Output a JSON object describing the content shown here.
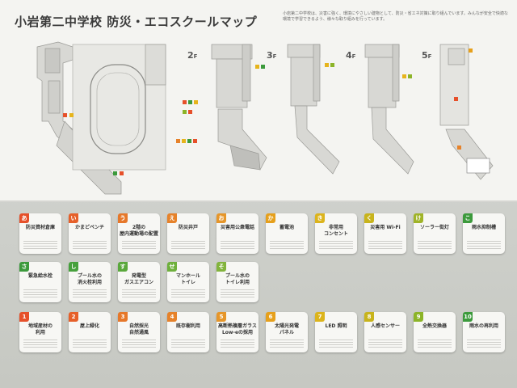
{
  "header": {
    "title": "小岩第二中学校 防災・エコスクールマップ",
    "intro": "小岩第二中学校は、災害に強く、環境にやさしい建物として、防災・省エネ対策に取り組んでいます。みんなが安全で快適な環境で学習できるよう、様々な取り組みを行っています。"
  },
  "floors": [
    {
      "num": "2",
      "unit": "F"
    },
    {
      "num": "3",
      "unit": "F"
    },
    {
      "num": "4",
      "unit": "F"
    },
    {
      "num": "5",
      "unit": "F"
    }
  ],
  "colors": {
    "disaster": "#e6502a",
    "shelter": "#e08a1c",
    "yellow": "#e6b41c",
    "green": "#8cb428",
    "darkgreen": "#3c9a3c",
    "eco_red": "#e6502a",
    "eco_orange": "#e69a1c"
  },
  "disaster_row1": [
    {
      "mark": "あ",
      "label": "防災資材倉庫",
      "color": "#e6502a"
    },
    {
      "mark": "い",
      "label": "かまどベンチ",
      "color": "#e6602a"
    },
    {
      "mark": "う",
      "label": "2階の\n屋内運動場の配置",
      "color": "#e6782a"
    },
    {
      "mark": "え",
      "label": "防災井戸",
      "color": "#e6822a"
    },
    {
      "mark": "お",
      "label": "災害用公衆電話",
      "color": "#e6962a"
    },
    {
      "mark": "か",
      "label": "蓄電池",
      "color": "#e6a01c"
    },
    {
      "mark": "き",
      "label": "非常用\nコンセント",
      "color": "#dcb41c"
    },
    {
      "mark": "く",
      "label": "災害用 Wi-Fi",
      "color": "#c8b41c"
    },
    {
      "mark": "け",
      "label": "ソーラー街灯",
      "color": "#a0b428"
    },
    {
      "mark": "こ",
      "label": "雨水抑制槽",
      "color": "#3c9a3c"
    }
  ],
  "disaster_row2": [
    {
      "mark": "さ",
      "label": "緊急給水栓",
      "color": "#3c9a3c"
    },
    {
      "mark": "し",
      "label": "プール水の\n消火栓利用",
      "color": "#46a03c"
    },
    {
      "mark": "す",
      "label": "発電型\nガスエアコン",
      "color": "#5aa83c"
    },
    {
      "mark": "せ",
      "label": "マンホール\nトイレ",
      "color": "#6eb03c"
    },
    {
      "mark": "そ",
      "label": "プール水の\nトイレ利用",
      "color": "#82b43c"
    }
  ],
  "eco_row": [
    {
      "mark": "1",
      "label": "地域産材の\n利用",
      "color": "#e6502a"
    },
    {
      "mark": "2",
      "label": "屋上緑化",
      "color": "#e6602a"
    },
    {
      "mark": "3",
      "label": "自然採光\n自然通風",
      "color": "#e6782a"
    },
    {
      "mark": "4",
      "label": "既存樹利用",
      "color": "#e6822a"
    },
    {
      "mark": "5",
      "label": "高断熱複層ガラス\nLow-eの採用",
      "color": "#e6962a"
    },
    {
      "mark": "6",
      "label": "太陽光発電\nパネル",
      "color": "#e6a01c"
    },
    {
      "mark": "7",
      "label": "LED 照明",
      "color": "#dcb41c"
    },
    {
      "mark": "8",
      "label": "人感センサー",
      "color": "#c8b41c"
    },
    {
      "mark": "9",
      "label": "全熱交換器",
      "color": "#8cb428"
    },
    {
      "mark": "10",
      "label": "雨水の再利用",
      "color": "#3c9a3c"
    }
  ]
}
